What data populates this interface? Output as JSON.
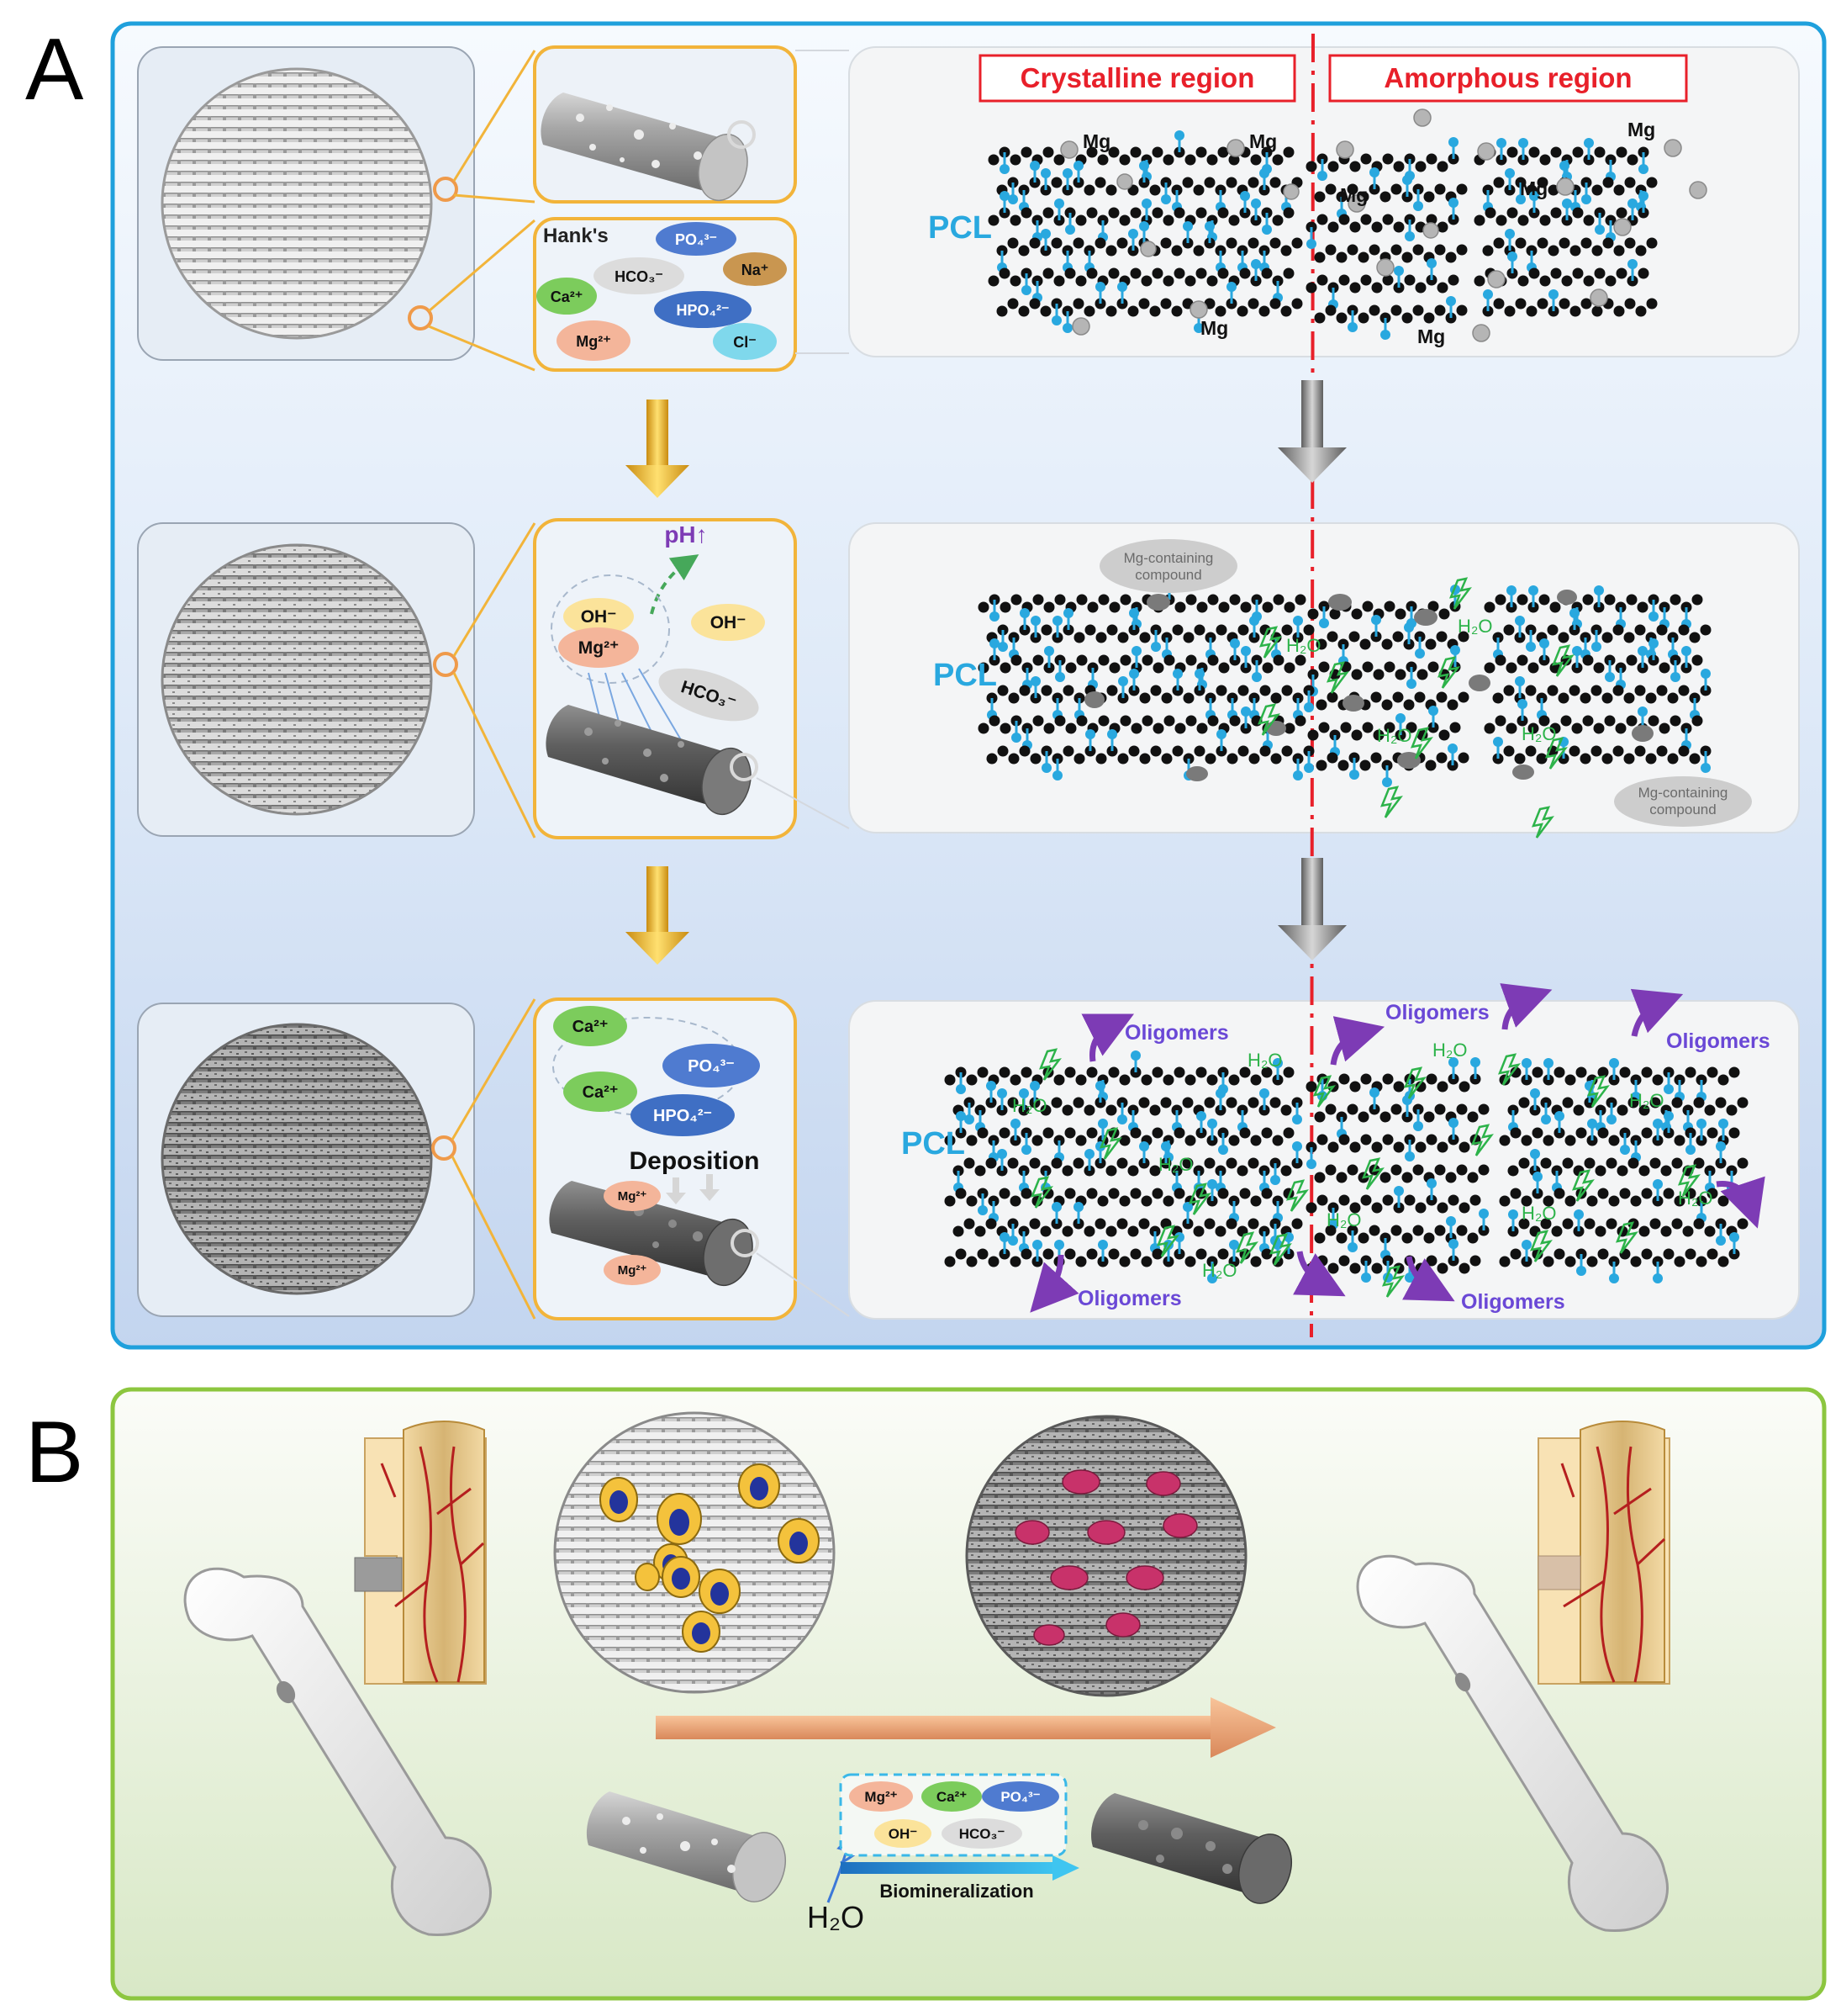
{
  "panel_a": {
    "letter": "A",
    "hanks_label": "Hank's",
    "ions": {
      "po4": "PO₄³⁻",
      "na": "Na⁺",
      "hco3": "HCO₃⁻",
      "ca": "Ca²⁺",
      "hpo4": "HPO₄²⁻",
      "mg": "Mg²⁺",
      "cl": "Cl⁻",
      "oh": "OH⁻"
    },
    "ph_label": "pH↑",
    "deposition_label": "Deposition",
    "crystalline_label": "Crystalline region",
    "amorphous_label": "Amorphous region",
    "pcl_label": "PCL",
    "mg_label": "Mg",
    "h2o_label": "H₂O",
    "mg_compound_label": [
      "Mg-containing",
      "compound"
    ],
    "oligomers_label": "Oligomers"
  },
  "panel_b": {
    "letter": "B",
    "h2o_label": "H₂O",
    "biomineralization_label": "Biomineralization",
    "ions": {
      "mg": "Mg²⁺",
      "ca": "Ca²⁺",
      "po4": "PO₄³⁻",
      "oh": "OH⁻",
      "hco3": "HCO₃⁻"
    }
  },
  "colors": {
    "panel_a_border": "#1fa0dc",
    "panel_b_border": "#8cc63f",
    "zoom_frame": "#f2b43a",
    "region_red": "#e8202a",
    "pcl_blue": "#29a8df",
    "chain_black": "#111111",
    "h2o_green": "#2db34a",
    "oligomer_purple": "#7d3bb5",
    "gold_arrow": "#e8b21c",
    "grey_arrow": "#8a8a8a",
    "bone_color": "#f3f3f3",
    "vessel_red": "#b51f1f",
    "ion_blue": "#3f6fc4",
    "ion_orange": "#c98a3a",
    "ion_green": "#6cc24a",
    "ion_salmon": "#f0a98a",
    "ion_cyan": "#7fd8ec",
    "cell_yellow": "#f4c23c",
    "cell_nucleus": "#23349c",
    "cell_pink": "#c8326a"
  }
}
